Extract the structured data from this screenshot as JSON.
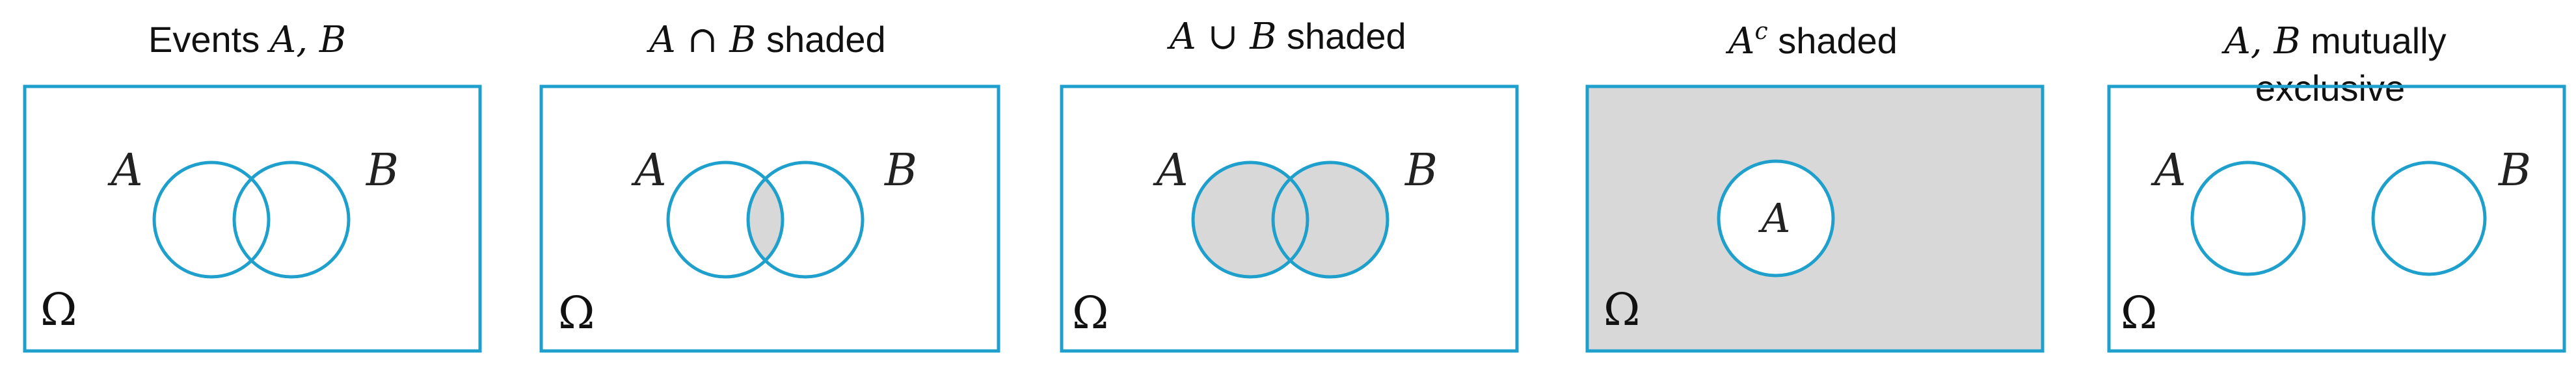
{
  "colors": {
    "outline": "#1fa0cc",
    "shade": "#d8d8d8",
    "background": "#ffffff",
    "text": "#111111"
  },
  "universe_symbol": "Ω",
  "panels": [
    {
      "title_text": "Events ",
      "title_math": "A, B",
      "title_rest": "",
      "label_a": "A",
      "label_b": "B"
    },
    {
      "title_text": "",
      "title_math": "A ∩ B",
      "title_rest": " shaded",
      "label_a": "A",
      "label_b": "B"
    },
    {
      "title_text": "",
      "title_math": "A ∪ B",
      "title_rest": " shaded",
      "label_a": "A",
      "label_b": "B"
    },
    {
      "title_math": "A",
      "title_sup": "c",
      "title_rest": " shaded",
      "label_a": "A"
    },
    {
      "title_math": "A, B",
      "title_line1_rest": " mutually",
      "title_line2": "exclusive",
      "label_a": "A",
      "label_b": "B"
    }
  ]
}
